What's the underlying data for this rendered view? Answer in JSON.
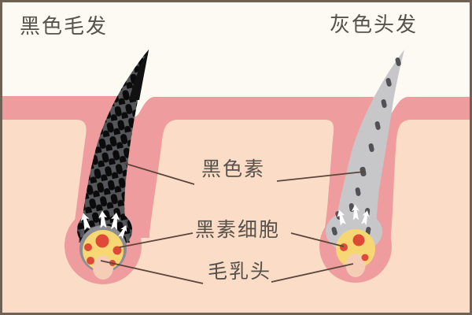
{
  "titles": {
    "left": "黑色毛发",
    "right": "灰色头发"
  },
  "labels": {
    "melanin": "黑色素",
    "melanocyte": "黑素细胞",
    "papilla": "毛乳头"
  },
  "colors": {
    "background": "#fcfaf3",
    "frame": "#6f6254",
    "epidermis_pink": "#ee9c9d",
    "dermis_peach": "#fbdcc6",
    "black_hair_base": "#55565a",
    "black_hair_tip": "#111111",
    "melanin_granule": "#0b0b0b",
    "gray_hair": "#c7c7c9",
    "gray_granule": "#515156",
    "dark_root": "#4a4b4f",
    "gray_band": "#8d8e93",
    "papilla_yellow": "#f7d774",
    "papilla_notch": "#f5cdb6",
    "melanocyte_red": "#df4a38",
    "arrow_white": "#ffffff",
    "leader_line": "#5c453b",
    "text": "#55514b"
  }
}
